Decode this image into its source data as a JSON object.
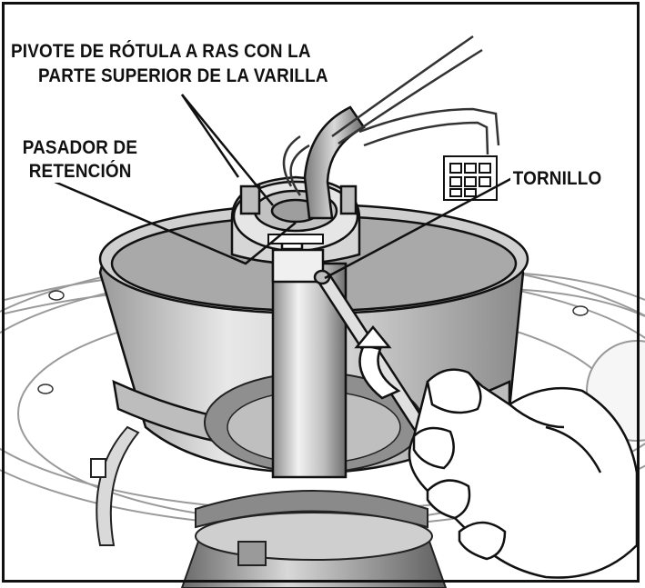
{
  "callouts": {
    "pivot_line1": "PIVOTE DE RÓTULA A RAS CON LA",
    "pivot_line2": "PARTE SUPERIOR DE LA VARILLA",
    "pin_line1": "PASADOR DE",
    "pin_line2": "RETENCIÓN",
    "screw": "TORNILLO"
  },
  "colors": {
    "line": "#111111",
    "metal_light": "#e6e6e6",
    "metal_mid": "#bdbdbd",
    "metal_dark": "#7a7a7a",
    "background": "#ffffff"
  }
}
